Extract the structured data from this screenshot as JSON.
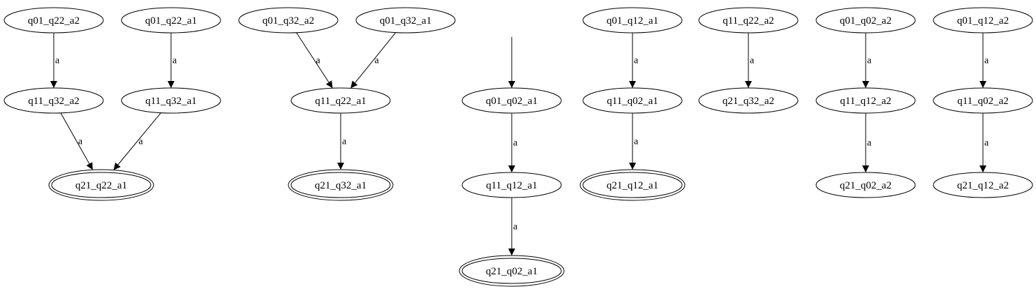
{
  "graph": {
    "colors": {
      "stroke": "#000000",
      "background": "#ffffff",
      "text": "#000000"
    },
    "initial_state": "q01_q02_a1",
    "nodes": [
      {
        "id": "q01_q22_a2",
        "label": "q01_q22_a2",
        "accepting": false
      },
      {
        "id": "q01_q22_a1",
        "label": "q01_q22_a1",
        "accepting": false
      },
      {
        "id": "q11_q32_a2",
        "label": "q11_q32_a2",
        "accepting": false
      },
      {
        "id": "q11_q32_a1",
        "label": "q11_q32_a1",
        "accepting": false
      },
      {
        "id": "q21_q22_a1",
        "label": "q21_q22_a1",
        "accepting": true
      },
      {
        "id": "q01_q32_a2",
        "label": "q01_q32_a2",
        "accepting": false
      },
      {
        "id": "q01_q32_a1",
        "label": "q01_q32_a1",
        "accepting": false
      },
      {
        "id": "q11_q22_a1",
        "label": "q11_q22_a1",
        "accepting": false
      },
      {
        "id": "q21_q32_a1",
        "label": "q21_q32_a1",
        "accepting": true
      },
      {
        "id": "q01_q02_a1",
        "label": "q01_q02_a1",
        "accepting": false
      },
      {
        "id": "q11_q12_a1",
        "label": "q11_q12_a1",
        "accepting": false
      },
      {
        "id": "q21_q02_a1",
        "label": "q21_q02_a1",
        "accepting": true
      },
      {
        "id": "q01_q12_a1",
        "label": "q01_q12_a1",
        "accepting": false
      },
      {
        "id": "q11_q02_a1",
        "label": "q11_q02_a1",
        "accepting": false
      },
      {
        "id": "q21_q12_a1",
        "label": "q21_q12_a1",
        "accepting": true
      },
      {
        "id": "q11_q22_a2",
        "label": "q11_q22_a2",
        "accepting": false
      },
      {
        "id": "q21_q32_a2",
        "label": "q21_q32_a2",
        "accepting": false
      },
      {
        "id": "q01_q02_a2",
        "label": "q01_q02_a2",
        "accepting": false
      },
      {
        "id": "q11_q12_a2",
        "label": "q11_q12_a2",
        "accepting": false
      },
      {
        "id": "q21_q02_a2",
        "label": "q21_q02_a2",
        "accepting": false
      },
      {
        "id": "q01_q12_a2",
        "label": "q01_q12_a2",
        "accepting": false
      },
      {
        "id": "q11_q02_a2",
        "label": "q11_q02_a2",
        "accepting": false
      },
      {
        "id": "q21_q12_a2",
        "label": "q21_q12_a2",
        "accepting": false
      }
    ],
    "edges": [
      {
        "from": "q01_q22_a2",
        "to": "q11_q32_a2",
        "label": "a"
      },
      {
        "from": "q01_q22_a1",
        "to": "q11_q32_a1",
        "label": "a"
      },
      {
        "from": "q11_q32_a2",
        "to": "q21_q22_a1",
        "label": "a"
      },
      {
        "from": "q11_q32_a1",
        "to": "q21_q22_a1",
        "label": "a"
      },
      {
        "from": "q01_q32_a2",
        "to": "q11_q22_a1",
        "label": "a"
      },
      {
        "from": "q01_q32_a1",
        "to": "q11_q22_a1",
        "label": "a"
      },
      {
        "from": "q11_q22_a1",
        "to": "q21_q32_a1",
        "label": "a"
      },
      {
        "from": "q01_q02_a1",
        "to": "q11_q12_a1",
        "label": "a"
      },
      {
        "from": "q11_q12_a1",
        "to": "q21_q02_a1",
        "label": "a"
      },
      {
        "from": "q01_q12_a1",
        "to": "q11_q02_a1",
        "label": "a"
      },
      {
        "from": "q11_q02_a1",
        "to": "q21_q12_a1",
        "label": "a"
      },
      {
        "from": "q11_q22_a2",
        "to": "q21_q32_a2",
        "label": "a"
      },
      {
        "from": "q01_q02_a2",
        "to": "q11_q12_a2",
        "label": "a"
      },
      {
        "from": "q11_q12_a2",
        "to": "q21_q02_a2",
        "label": "a"
      },
      {
        "from": "q01_q12_a2",
        "to": "q11_q02_a2",
        "label": "a"
      },
      {
        "from": "q11_q02_a2",
        "to": "q21_q12_a2",
        "label": "a"
      }
    ]
  }
}
